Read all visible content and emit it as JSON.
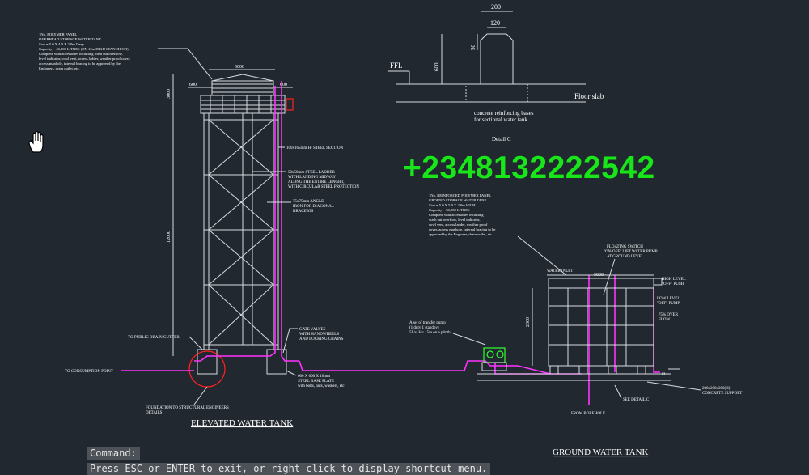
{
  "drawing": {
    "elevated_notes": [
      "1No. POLYMER PANEL",
      "OVERHEAD STORAGE WATER TANK",
      "Size = 5.0 X 4.0 X 2.0m Deep",
      "Capacity = 40,000 LITRES (ON 12m HIGH STANCHION)",
      "Complete with accessories including wash out overflow,",
      "level indicator, cowl vent, access ladder, weather proof cover,",
      "access manhole, internal bracing to be approved by the",
      "Engineers, drain outlet, etc."
    ],
    "ground_notes": [
      "1No. REINFORCED POLYMER PANEL",
      "GROUND STORAGE WATER TANK",
      "Size = 5.0 X 5.0 X 2.0m HIGH",
      "Capacity = 50,000 LITRES",
      "Complete with accessories including",
      "wash out overflow, level indicator,",
      "cowl vent, access ladder, weather proof",
      "cover, access manhole, internal bracing to be",
      "approved by the Engineer, drain outlet, etc."
    ],
    "dims": {
      "top_width": "5000",
      "left_small": "600",
      "right_small": "600",
      "tank_height": "3000",
      "stanchion_height": "12000",
      "ground_width": "5000",
      "ground_height": "2000",
      "detail_200": "200",
      "detail_120": "120",
      "detail_50": "50",
      "detail_600": "600"
    },
    "detail": {
      "ffl": "FFL",
      "floor_slab": "Floor slab",
      "bases_line1": "concrete reinforcing bases",
      "bases_line2": "for sectional water tank",
      "title": "Detail C"
    },
    "callouts": {
      "h_steel": "100x165mm H- STEEL SECTION",
      "ladder": [
        "50x50mm STEEL LADDER",
        "WITH LANDING MIDWAY",
        "ALONG THE ENTIRE LENGHT,",
        "WITH CIRCULAR STEEL PROTECTION"
      ],
      "angle": [
        "75x75mm ANGLE",
        "IRON FOR DIAGONAL",
        "BRACINGS"
      ],
      "drain": "TO PUBLIC DRAIN GUTTER",
      "gate": [
        "GATE VALVES",
        "WITH HANDWHEELS",
        "AND LOCKING CHAINS"
      ],
      "consumption": "TO CONSUMPTION POINT",
      "plate": [
        "600 X 600 X 16mm",
        "STEEL BASE PLATE",
        "with bolts, nuts, washers, etc."
      ],
      "foundation": [
        "FOUNDATION TO STRUCTURAL ENGINEERS",
        "DETAILS"
      ],
      "pump": [
        "A set of transfer pump",
        "(1 duty 1 standby)",
        "5L/s, H= 15m on a plinth"
      ],
      "float": [
        "FLOATING SWITCH",
        "\"ON-OFF\" LIFT WATER PUMP",
        "AT GROUND LEVEL"
      ],
      "inlet": "WATER INLET",
      "high": [
        "HIGH LEVEL",
        "\"OFF\" PUMP"
      ],
      "low": [
        "LOW LEVEL",
        "\"OFF\" PUMP"
      ],
      "overflow": [
        "75% OVER",
        "FLOW"
      ],
      "fl": "FL",
      "support": [
        "200x200x200(H)",
        "CONCRETE SUPPORT"
      ],
      "see_detail": "SEE DETAIL C",
      "borehole": "FROM BOREHOLE"
    },
    "titles": {
      "elevated": "ELEVATED WATER TANK",
      "ground": "GROUND WATER TANK"
    }
  },
  "overlay": {
    "phone": "+2348132222542"
  },
  "command_line": {
    "label": "Command:",
    "hint": "Press ESC or ENTER to exit, or right-click to display shortcut menu."
  },
  "colors": {
    "background": "#212830",
    "phone": "#19e619",
    "pipe": "#ff33ff"
  },
  "icons": {
    "cursor": "pan-hand-icon"
  }
}
